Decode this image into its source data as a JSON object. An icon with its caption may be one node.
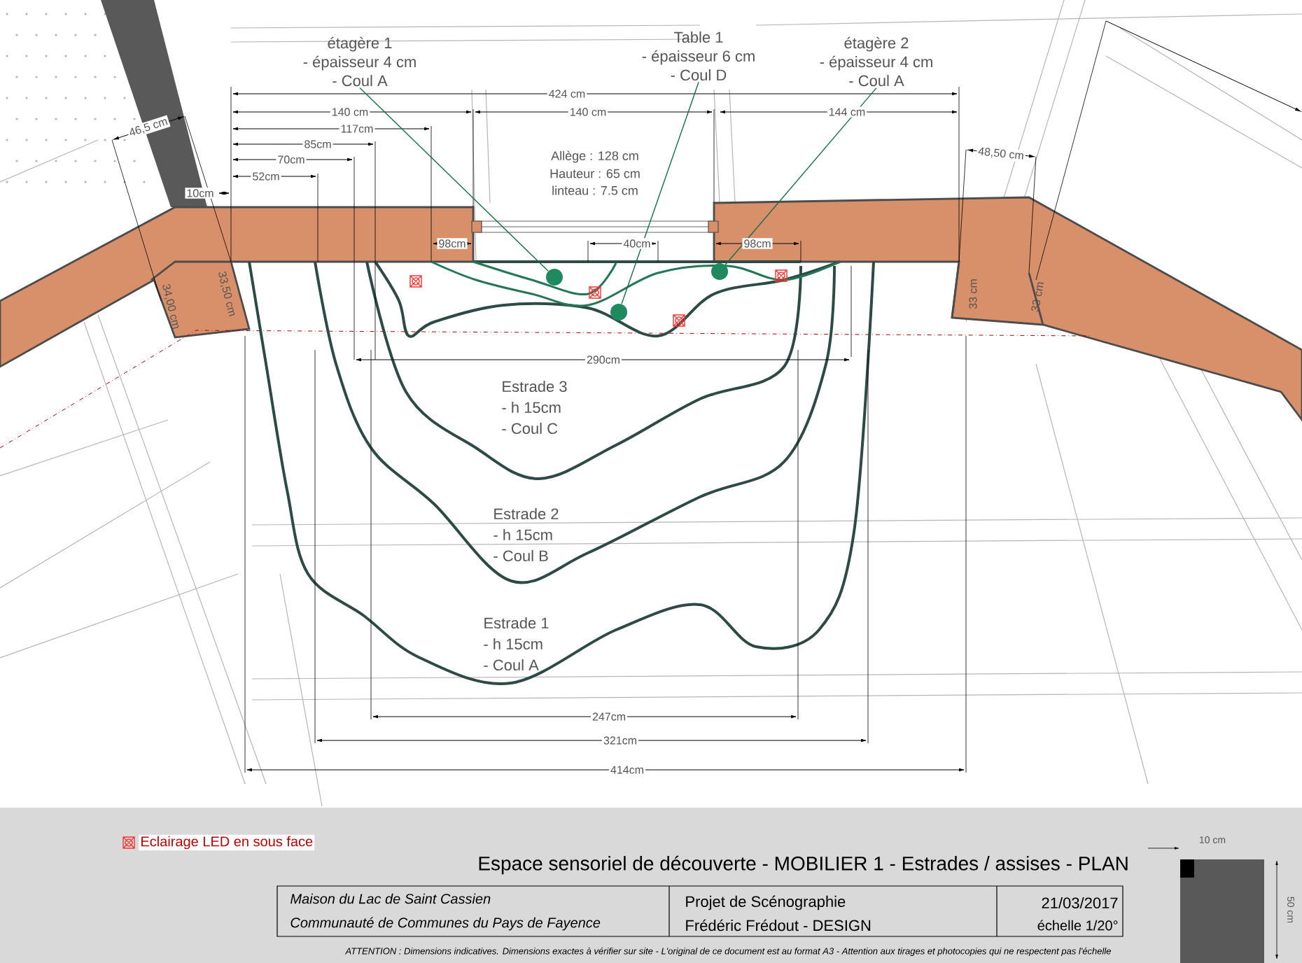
{
  "diagram": {
    "title": "Espace sensoriel de découverte - MOBILIER 1 - Estrades / assises - PLAN",
    "nodes": [
      {
        "text": [
          "étagère 1",
          "- épaisseur 4 cm",
          "- Coul A"
        ]
      },
      {
        "text": [
          "Table 1",
          "- épaisseur 6 cm",
          "- Coul D"
        ]
      },
      {
        "text": [
          "étagère 2",
          "- épaisseur 4 cm",
          "- Coul A"
        ]
      },
      {
        "text": [],
        "shape": "circle"
      },
      {
        "text": [],
        "shape": "circle"
      },
      {
        "text": [],
        "shape": "circle"
      }
    ],
    "edges": [
      {
        "from": 0,
        "to": 3,
        "arrow": "none"
      },
      {
        "from": 1,
        "to": 4,
        "arrow": "none"
      },
      {
        "from": 2,
        "to": 5,
        "arrow": "none"
      }
    ],
    "labels": [
      "424 cm",
      "140 cm",
      "140 cm",
      "144 cm",
      "117cm",
      "Allège : 128 cm",
      "Hauteur : 65 cm",
      "linteau : 7.5 cm",
      "85cm",
      "70cm",
      "52cm",
      "46,5 cm",
      "48,50 cm",
      "10cm",
      "98cm",
      "40cm",
      "98cm",
      "34,00 cm",
      "33,50 cm",
      "33 cm",
      "33 cm",
      "290cm",
      "Estrade 3",
      "- h 15cm",
      "- Coul C",
      "Estrade 2",
      "- h 15cm",
      "- Coul B",
      "Estrade 1",
      "- h 15cm",
      "- Coul A",
      "247cm",
      "321cm",
      "414cm",
      "10 cm",
      "50 cm",
      "Maison du Lac de Saint Cassien",
      "Projet de Scénographie",
      "21/03/2017",
      "Communauté de Communes du Pays de Fayence",
      "Frédéric Frédout - DESIGN",
      "échelle 1/20°",
      "ATTENTION : Dimensions indicatives. Dimensions exactes à vérifier sur site - L'original de ce document est au format A3 - Attention aux tirages et photocopies qui ne respectent pas l'échelle"
    ],
    "legend": [
      {
        "text": "Eclairage LED en sous face"
      }
    ]
  }
}
